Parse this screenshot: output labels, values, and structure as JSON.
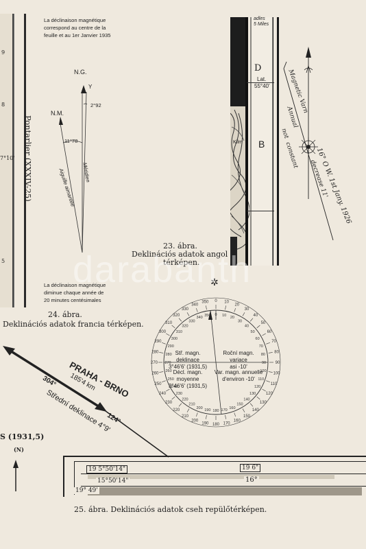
{
  "watermark": "darabanth",
  "fig24": {
    "note_top": [
      "La déclinaison magnétique",
      "correspond au centre de la",
      "feuille et au 1er Janvier 1935"
    ],
    "ng": "N.G.",
    "nm": "N.M.",
    "angle_small": "2°92",
    "angle_large": "11°78",
    "meridien": "Méridien",
    "aiguille": "Aiguille aimantée",
    "y_mark": "Y",
    "pontarlier": "Pontarlier (XXXIV-25)",
    "edge_marks": [
      "9",
      "8",
      "7°10'",
      "5"
    ],
    "note_bottom": [
      "La déclinaison magnétique",
      "diminue chaque année de",
      "20 minutes centésimales"
    ],
    "caption_num": "24. ábra.",
    "caption_text": "Deklinációs adatok francia térképen."
  },
  "fig23": {
    "scale_text": [
      "adles",
      "5 Miles"
    ],
    "d_label": "D",
    "lat_label": "Lat.",
    "lat_value": "55°40'",
    "b_label": "B",
    "kilm_label": "Kilm",
    "magnetic_var": "Magnetic Varn",
    "annual": "Annual",
    "not": "not",
    "constant": "constant",
    "decl_text": "16° O W. 1st Jany. 1926",
    "decrease": "decrease 11'",
    "caption_num": "23. ábra.",
    "caption_text1": "Deklinációs adatok angol",
    "caption_text2": "térképen."
  },
  "fig25": {
    "route": "PRAHA - BRNO",
    "distance": "185'4 km",
    "bearing_left": "304°",
    "bearing_right": "124°",
    "declination": "Střední deklinace 4°9'",
    "compass_text_tl": [
      "Stř. magn. deklinace",
      "3°46'6' (1931,5)"
    ],
    "compass_text_tr": [
      "Roční magn. variace",
      "asi -10'"
    ],
    "compass_text_bl": [
      "Décl. magn. moyenne",
      "3°46'6' (1931,5)"
    ],
    "compass_text_br": [
      "Var. magn. annuelle",
      "d'environ -10'"
    ],
    "left_label": "S (1931,5)",
    "left_n": "(N)",
    "strip_top_left": "19 5°50'14\"",
    "strip_top_right": "19 6\"",
    "strip_mid_left": "15°50'14\"",
    "strip_mid_right": "16°",
    "strip_bottom_left": "19° 49'",
    "caption": "25. ábra. Deklinációs adatok cseh repülőtérképen."
  },
  "colors": {
    "paper": "#efe9de",
    "ink": "#222222",
    "map_dark": "#1a1a1a"
  }
}
